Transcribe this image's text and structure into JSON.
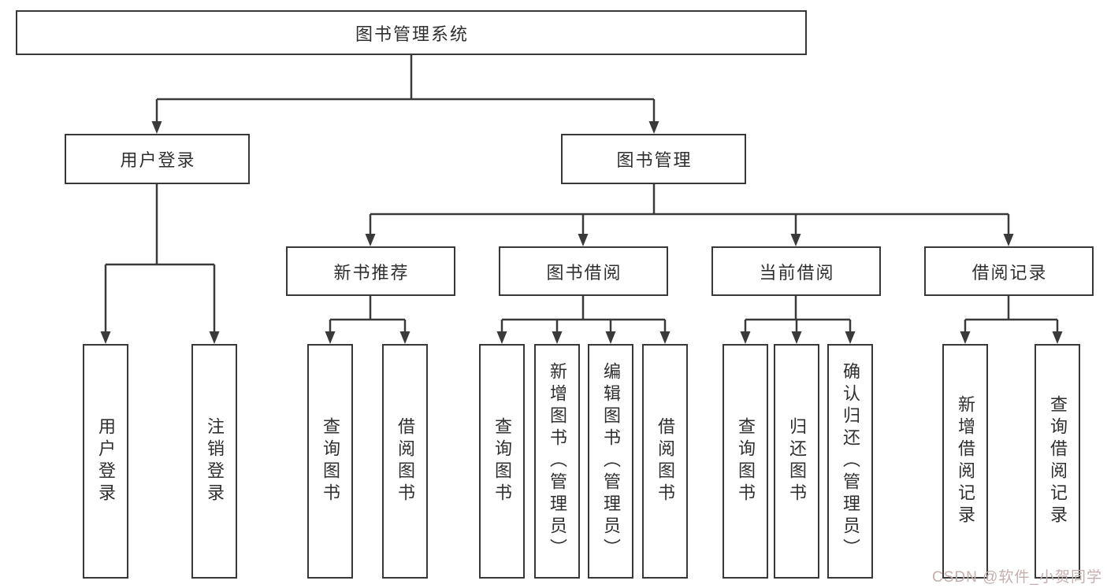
{
  "tree": {
    "label": "图书管理系统",
    "children": [
      {
        "label": "用户登录",
        "children": [
          {
            "label": "用户登录"
          },
          {
            "label": "注销登录"
          }
        ]
      },
      {
        "label": "图书管理",
        "children": [
          {
            "label": "新书推荐",
            "children": [
              {
                "label": "查询图书"
              },
              {
                "label": "借阅图书"
              }
            ]
          },
          {
            "label": "图书借阅",
            "children": [
              {
                "label": "查询图书"
              },
              {
                "label": "新增图书（管理员）"
              },
              {
                "label": "编辑图书（管理员）"
              },
              {
                "label": "借阅图书"
              }
            ]
          },
          {
            "label": "当前借阅",
            "children": [
              {
                "label": "查询图书"
              },
              {
                "label": "归还图书"
              },
              {
                "label": "确认归还（管理员）"
              }
            ]
          },
          {
            "label": "借阅记录",
            "children": [
              {
                "label": "新增借阅记录"
              },
              {
                "label": "查询借阅记录"
              }
            ]
          }
        ]
      }
    ]
  },
  "watermark": {
    "text": "CSDN @软件_小贺同学",
    "color": "#c5aeae"
  },
  "colors": {
    "line": "#3a3a3a",
    "box_border": "#383838",
    "text": "#2f2f2f",
    "background": "#ffffff"
  }
}
